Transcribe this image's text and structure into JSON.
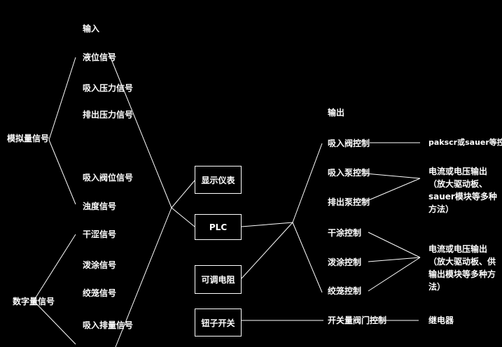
{
  "colors": {
    "background": "#000000",
    "foreground": "#ffffff"
  },
  "left": {
    "input_heading": "输入",
    "analog_group": "模拟量信号",
    "analog_items": [
      "液位信号",
      "吸入压力信号",
      "排出压力信号",
      "吸入阀位信号",
      "浊度信号"
    ],
    "digital_group": "数字量信号",
    "digital_items": [
      "干涩信号",
      "泼涂信号",
      "绞笼信号",
      "吸入排量信号"
    ]
  },
  "center": {
    "display_box": "显示仪表",
    "plc_box": "PLC",
    "resistor_box": "可调电阻",
    "button_box": "钮子开关"
  },
  "right": {
    "output_heading": "输出",
    "outputs": [
      "吸入阀控制",
      "吸入泵控制",
      "排出泵控制",
      "干涂控制",
      "泼涂控制",
      "绞笼控制",
      "开关量阀门控制"
    ],
    "targets": {
      "controller": "pakscr或sauer等控制器",
      "output_a": "电流或电压输出（放大驱动板、sauer模块等多种方法）",
      "output_b": "电流或电压输出（放大驱动板、供输出模块等多种方法）",
      "relay": "继电器"
    }
  }
}
